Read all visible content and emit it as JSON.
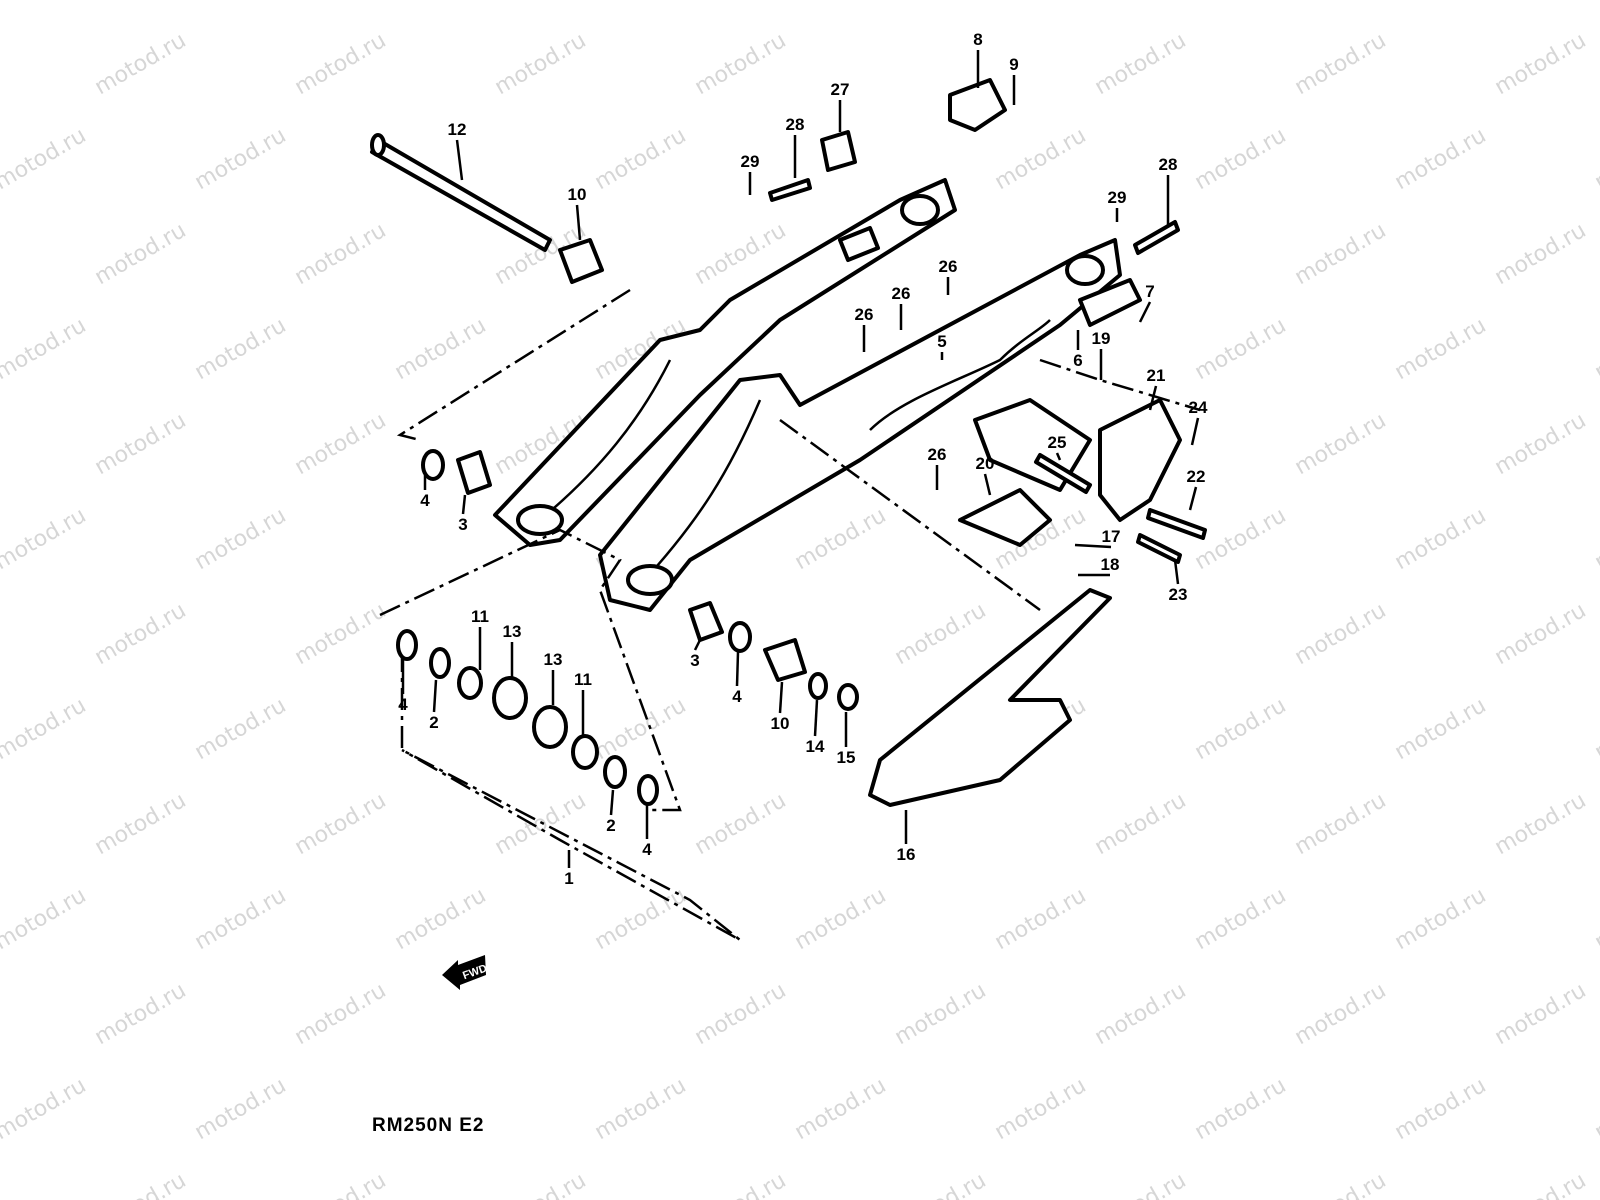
{
  "watermark": "motod.ru",
  "model_code": "RM250N E2",
  "fwd_arrow_label": "FWD",
  "callouts": [
    "12",
    "10",
    "27",
    "28",
    "29",
    "8",
    "9",
    "28",
    "29",
    "7",
    "6",
    "19",
    "26",
    "26",
    "26",
    "5",
    "21",
    "24",
    "25",
    "22",
    "26",
    "20",
    "17",
    "18",
    "23",
    "4",
    "3",
    "11",
    "13",
    "4",
    "2",
    "13",
    "11",
    "2",
    "4",
    "3",
    "4",
    "10",
    "14",
    "15",
    "16",
    "1"
  ],
  "colors": {
    "line": "#000000",
    "background": "#ffffff",
    "watermark": "#d6d6d6"
  }
}
